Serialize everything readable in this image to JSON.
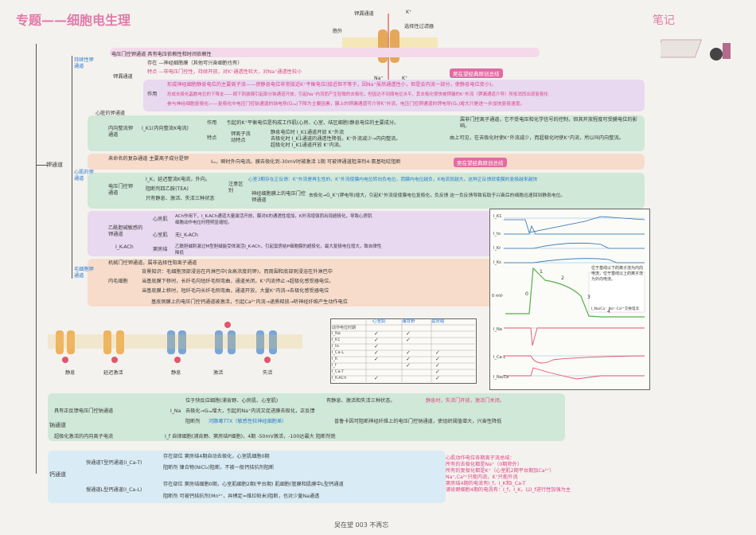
{
  "header": {
    "title": "专题——细胞电生理",
    "notes": "笔记"
  },
  "diagram_top": {
    "top_label": "钾漏通道",
    "k_label": "K⁺",
    "right_label": "选择性过滤器",
    "outside": "胞外",
    "inside": "胞内",
    "na": "Na⁺",
    "k2": "K⁺"
  },
  "sections": {
    "potassium_channel": "钾通道",
    "constitutive": "持续性钾通道",
    "leak": "钾漏通道",
    "cardiac": "心肌的钾通道",
    "hair": "毛细胞钾通道",
    "sodium": "钠通道",
    "calcium": "钙通道"
  },
  "leak": {
    "l1": "电压门控钾通道    具有电压依赖性和时间依赖性",
    "l2": "存在 —神经细胞膜（其他可兴奋细胞也有）",
    "l3": "特点 —非电压门控性，持续开放，对K⁺通透性较大，对Na⁺通透性较小",
    "tag1": "吴在望经典原创总结",
    "l4": "形成神经细胞静息电位的主要离子流——使静息电位非常接近K⁺平衡电位(接近但不等于，因Na⁺虽然通透性小，但是会内流一部分，使静息电位变小)。",
    "l5": "作用",
    "l6": "形成去极化晶胞电位的下降支——阈下刺激偶引起部分钠通道开放，引起Na⁺内流而产生轻微的去极化，但因达不到阈电位水平，其去极化很快被钾漏的K⁺外流（钾漏通道介导）所抵消而出现复极化",
    "l7": "参与神经细胞复极化——复极化中电压门控钠通道的钠电导(Gₙₐ)下降为主要因素，膜上的钾漏通道可介导K⁺外流，电压门控钾通道的钾电导(Gₖ)增大只是进一步加快复极速度。"
  },
  "cardiac": {
    "heart": "心脏的钾通道",
    "ik1_label": "内向整流钾通道",
    "ik1_def": "I_K1(内向整流K电流)",
    "ik1_role": "作用",
    "ik1_desc": "引起的K⁺平衡电位是构成工作肌(心房、心室、结区细胞)静息电位的主要成分。",
    "ik1_desc2": "属非门控离子通道，它不受电压和化学信号的控制，但其开放程度可受膜电位的影响。",
    "ik1_feat": "特点",
    "f1": "钾离子流动特点",
    "f2": "静息电位时  I_K1通道开放    K⁺外流",
    "f3": "去极化时    I_K1通道的通透性降低，K⁺外流减少→内向整流。",
    "f4": "超极化时    I_K1通道开放        K⁺内流。",
    "f5": "由上可见，在去极化时使K⁺外流减少，而超极化时使K⁺内流，所以叫内向整流。",
    "ito_q": "未命名的复杂通道 主要离子成分是钾",
    "ito": "Iₜₒ，瞬时外向电流。膜去极化到-30mV时被激活   1期   可被钾通道阻滞剂4-氨基吡啶阻断",
    "tag2": "吴在望经典原创总结",
    "ik_label": "电压门控钾通道",
    "ik1": "I_K，延迟整流K电流，外向。",
    "ik2": "阻断剂四乙胺(TEA)",
    "ik3": "只有静息、激活、失活三种状态",
    "note": "注意区别",
    "note1": "心室3期存在正反馈：K⁺外流是再生性的，K⁺外流使膜内电位转向负电位，而膜内电位越负，K电流就越大，这种正反馈就使膜的复极越来越快",
    "note2": "神经细胞膜上的电压门控钾通道",
    "note3": "去极化→G_K⁺(钾电导)增大，引起K⁺外流促使膜电位复极化，负反馈 这一负反馈导致有助于兴奋后的细胞迅速回到静息电位。",
    "ach_label": "乙酰胆碱敏感的钾通道",
    "ach_sub": "I_K-ACh",
    "atria": "心房肌",
    "atria_d": "ACh作用下，I_K-ACh通道大量激活开放，膜对K的通透性增加，K外流增强而出现超极化，导致心房肌细胞动作电位时程明显缩短。",
    "vent": "心室肌",
    "vent_d": "无I_K-ACh",
    "sa": "窦房结",
    "sa_d": "乙酰胆碱刺激过M型胆碱能受体激活I_K-ACh，引起窦房结P细胞膜的超极化，最大复极电位增大，致自律性降低"
  },
  "hair": {
    "l1": "机械门控钾通道，属非选择性阳离子通道",
    "l2": "背景知识：毛细胞顶部浸浴在内淋巴中(含高浓度的钾)，而周围和底部则浸浴在外淋巴中",
    "l3": "内毛细胞",
    "l4": "当基底膜下移时，长纤毛向短纤毛侧弯曲，通道关闭，K⁺内流停止→超极化感受器电位。",
    "l5": "当基底膜上移时，短纤毛向长纤毛侧弯曲，通道开放，大量K⁺内流→去极化感受器电位",
    "l6": "基底侧膜上的电压门控钙通道被激活，引起Ca²⁺内流→递质释放→听神经纤维产生动作电位"
  },
  "diagrams": {
    "rest": "静息",
    "act": "延迟激活",
    "rest2": "静息",
    "act2": "激活",
    "inact": "失活"
  },
  "table": {
    "headers": [
      "心室肌",
      "浦肯野",
      "窦房结"
    ],
    "row0": "动作电位时期",
    "rows": [
      "I_Na",
      "I_K1",
      "I_to",
      "I_Ca-L",
      "I_K",
      "I_f",
      "I_Ca-T",
      "I_K-ACh"
    ]
  },
  "graph": {
    "labels": [
      "I_K1",
      "I_to",
      "I_Kr",
      "I_Ks",
      "I_Na",
      "I_Ca-L",
      "I_Na/Ca"
    ],
    "phase": [
      "0",
      "1",
      "2",
      "3",
      "4"
    ],
    "mv": "0 mV-",
    "box": "位于基线以下的离子流为内向电流，位于基线以上的离子流为外向电流。",
    "note_small": "I_Na/Ca：Na⁺-Ca²⁺交换电流"
  },
  "sodium": {
    "l1": "具有正反馈电压门控钠通道",
    "s1": "位于快反应细胞(浦肯野、心房肌、心室肌)",
    "s2": "有静息、激活和失活三种状态。",
    "s3": "静息时，失活门开放，激活门关闭。",
    "s4": "去极化→Gₙₐ增大，引起的Na⁺内流又促进膜去极化，正反馈",
    "s5": "阻断剂",
    "s6": "河豚毒TTX（敏感性较神经细胞差）",
    "s7": "普鲁卡因可阻断神经纤维上的电压门控钠通道，使组织阈值增大，兴奋性降低",
    "ina": "I_Na",
    "l2": "超极化激活的内向离子电流",
    "if": "I_f    自律细胞(浦肯野、窦房结P细胞)，4期 -50mV激活，-100达最大   阻断剂铯"
  },
  "calcium": {
    "t_label": "快通道T型钙通道(I_Ca-T)",
    "t1": "存在部位    窦房结4期自动去极化，心室肌细胞0期",
    "t2": "阻断剂    镍合物(NiCl₂)阻断，不被一般钙拮抗剂阻断",
    "l_label": "慢通道L型钙通道(I_Ca-L)",
    "l1": "存在部位    窦房结细胞0期，心室肌细胞2期(平台期)    肌细胞(管膜和肌膜中L型钙通道",
    "l2": "阻断剂    可被钙拮抗剂(Mn²⁺，异搏定=维拉帕米)阻断，也对少量Na通透",
    "sum_title": "心肌动作电位各期离子流总结：",
    "sum1": "所有的去极化都是Na⁺（0期除外）",
    "sum2": "所有的复极化都是K⁺（心室肌2期平台期加Ca²⁺）",
    "sum3": "Na⁺,Ca²⁺只能内流，K⁺只能外流",
    "sum4": "窦房结4期的电流有I_f，I_K和I_Ca-T",
    "sum5": "浦肯野细胞4期的电流有：I_f，I_K，以I_f进行性加强为主"
  },
  "footer": "吴在望 003 不再忘"
}
